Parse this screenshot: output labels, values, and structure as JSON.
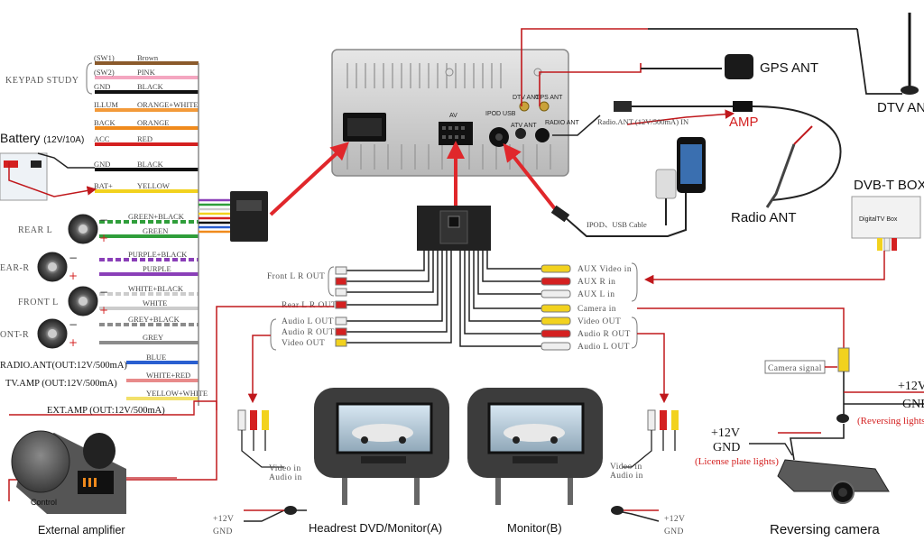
{
  "head_unit": {
    "connector_labels": [
      "DTV ANT",
      "GPS ANT",
      "AV",
      "IPOD USB",
      "ATV ANT",
      "RADIO ANT"
    ]
  },
  "harness": {
    "keypad_label": "KEYPAD STUDY",
    "wires": [
      {
        "code": "(SW1)",
        "color_name": "Brown",
        "hex": "#8b5a2b"
      },
      {
        "code": "(SW2)",
        "color_name": "PINK",
        "hex": "#f4a6c0"
      },
      {
        "code": "GND",
        "color_name": "BLACK",
        "hex": "#111111"
      },
      {
        "code": "ILLUM",
        "color_name": "ORANGE+WHITE",
        "hex": "#f39a3a"
      },
      {
        "code": "BACK",
        "color_name": "ORANGE",
        "hex": "#f08a1c"
      },
      {
        "code": "ACC",
        "color_name": "RED",
        "hex": "#d42020"
      },
      {
        "code": "GND",
        "color_name": "BLACK",
        "hex": "#111111"
      },
      {
        "code": "BAT+",
        "color_name": "YELLOW",
        "hex": "#f2d21e"
      }
    ],
    "speaker_wires": [
      {
        "speaker": "REAR L",
        "neg": "GREEN+BLACK",
        "pos": "GREEN",
        "hex": "#2f9e3a"
      },
      {
        "speaker": "REAR R",
        "neg": "PURPLE+BLACK",
        "pos": "PURPLE",
        "hex": "#8a3fb8"
      },
      {
        "speaker": "FRONT L",
        "neg": "WHITE+BLACK",
        "pos": "WHITE",
        "hex": "#cccccc"
      },
      {
        "speaker": "FRONT R",
        "neg": "GREY+BLACK",
        "pos": "GREY",
        "hex": "#8c8c8c"
      }
    ],
    "extra_wires": [
      {
        "color_name": "BLUE",
        "function": "RADIO.ANT(OUT:12V/500mA)",
        "hex": "#2a5fd0"
      },
      {
        "color_name": "WHITE+RED",
        "function": "TV.AMP (OUT:12V/500mA)",
        "hex": "#e88a8a"
      },
      {
        "color_name": "YELLOW+WHITE",
        "function": "EXT.AMP (OUT:12V/500mA)",
        "hex": "#f2e06a"
      }
    ]
  },
  "battery": {
    "label": "Battery",
    "spec": "(12V/10A)"
  },
  "speaker_display": [
    "REAR L",
    "REAR R",
    "FRONT L",
    "FRONT R"
  ],
  "speaker_display_visible": [
    "REAR  L",
    "EAR-R",
    "FRONT  L",
    "ONT-R"
  ],
  "rca_left": [
    "Front L R OUT",
    "Rear L R OUT",
    "Audio L OUT",
    "Audio R OUT",
    "Video OUT"
  ],
  "rca_right": [
    "AUX Video in",
    "AUX  R  in",
    "AUX  L  in",
    "Camera  in",
    "Video OUT",
    "Audio R OUT",
    "Audio L OUT"
  ],
  "labels": {
    "gps_ant": "GPS ANT",
    "dtv_ant": "DTV ANT",
    "amp": "AMP",
    "radio_ant_spec": "Radio.ANT (12V/500mA) IN",
    "radio_ant": "Radio ANT",
    "dvbt_box": "DVB-T BOX",
    "ipod_usb_cable": "IPOD、USB Cable",
    "camera_signal": "Camera signal",
    "video_in": "Video in",
    "audio_in": "Audio in",
    "plus12v": "+12V",
    "gnd": "GND",
    "license_plate_lights": "(License plate lights)",
    "reversing_lights": "(Reversing lights)",
    "external_amplifier": "External amplifier",
    "control": "Control",
    "headrest_a": "Headrest DVD/Monitor(A)",
    "monitor_b": "Monitor(B)",
    "reversing_camera": "Reversing camera",
    "digital_tv_box": "DigitalTV Box"
  },
  "colors": {
    "red_arrow": "#e0272b",
    "red_wire": "#c0181c",
    "wire_dark": "#222222"
  }
}
